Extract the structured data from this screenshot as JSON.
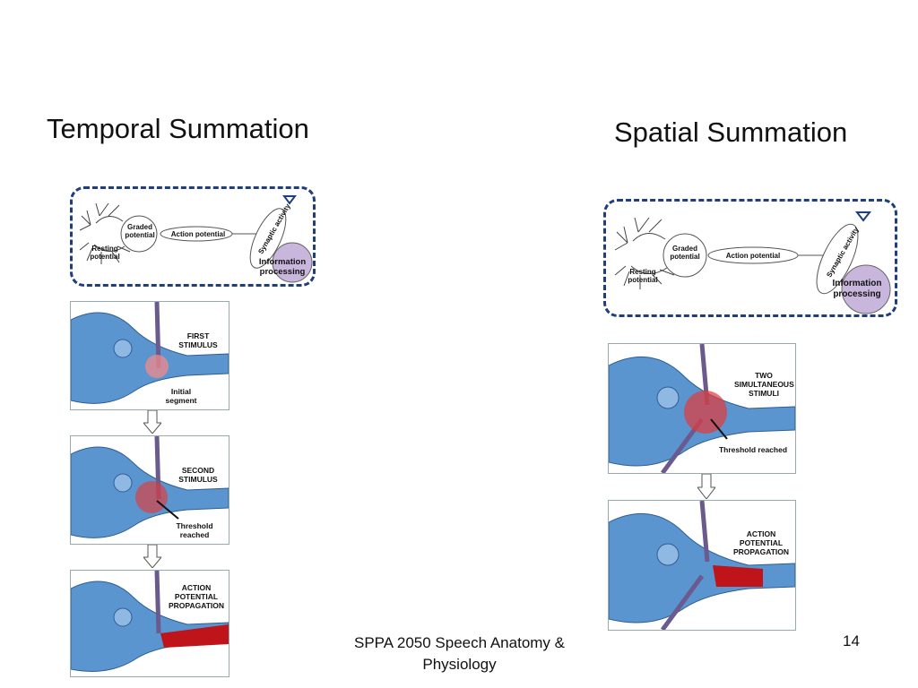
{
  "slide": {
    "left_title": "Temporal Summation",
    "right_title": "Spatial Summation",
    "footer": "SPPA 2050 Speech Anatomy & Physiology",
    "page_number": "14"
  },
  "overview": {
    "graded": "Graded potential",
    "resting": "Resting potential",
    "action": "Action potential",
    "synaptic": "Synaptic activity",
    "info": "Information processing"
  },
  "temporal_panels": [
    {
      "label": "FIRST STIMULUS",
      "sub": "Initial segment"
    },
    {
      "label": "SECOND STIMULUS",
      "sub": "Threshold reached"
    },
    {
      "label": "ACTION POTENTIAL PROPAGATION"
    }
  ],
  "spatial_panels": [
    {
      "label": "TWO SIMULTANEOUS STIMULI",
      "sub": "Threshold reached"
    },
    {
      "label": "ACTION POTENTIAL PROPAGATION"
    }
  ],
  "colors": {
    "neuron": "#5b95cf",
    "neuron_dark": "#2f5d93",
    "stimulus": "#e23b3b",
    "dashed_border": "#1f3e7a",
    "info_circle": "#c9b6dd"
  }
}
